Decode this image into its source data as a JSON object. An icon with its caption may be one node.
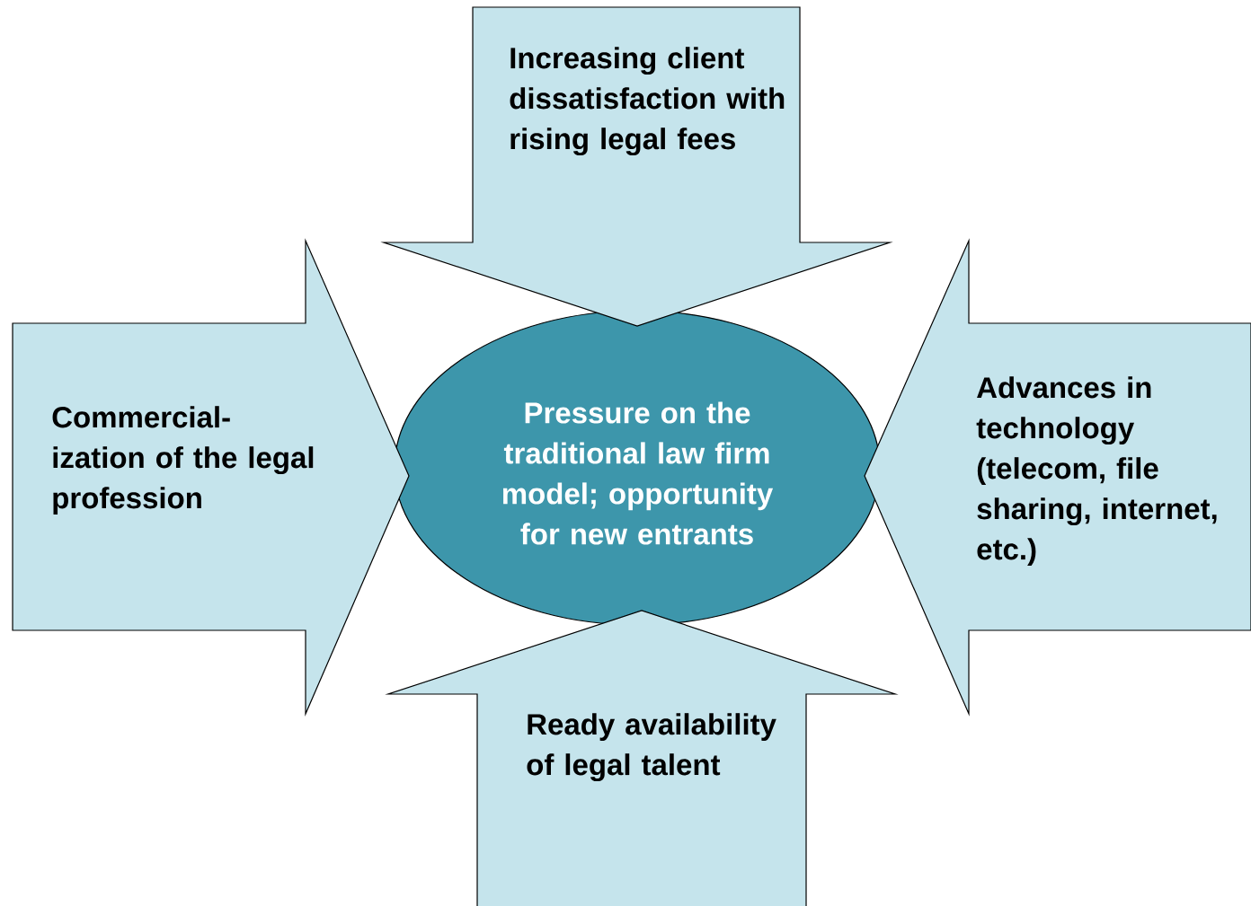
{
  "diagram": {
    "nodes": [
      {
        "text": [
          "Increasing client dissatisfaction with rising legal fees"
        ]
      },
      {
        "text": [
          "Commercial- ization of the legal profession"
        ]
      },
      {
        "text": [
          "Pressure on the traditional law firm model; opportunity for new entrants"
        ]
      },
      {
        "text": [
          "Advances in technology (telecom, file sharing, internet, etc.)"
        ]
      },
      {
        "text": [
          "Ready availability of legal talent"
        ]
      }
    ]
  }
}
